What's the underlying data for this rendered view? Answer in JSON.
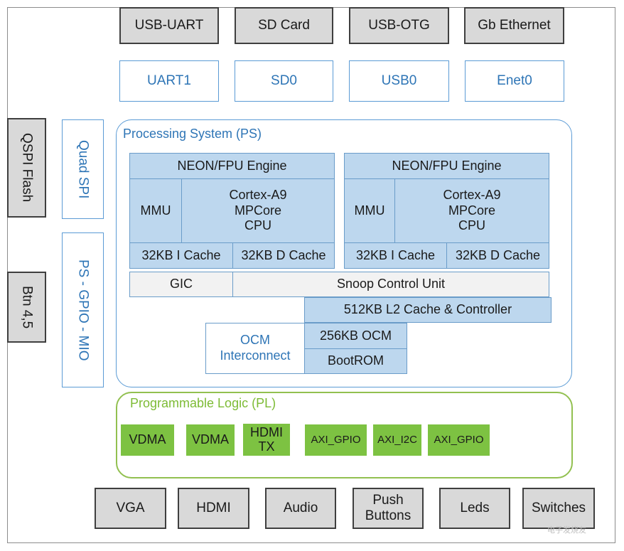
{
  "top_connectors": [
    "USB-UART",
    "SD Card",
    "USB-OTG",
    "Gb Ethernet"
  ],
  "top_controllers": [
    "UART1",
    "SD0",
    "USB0",
    "Enet0"
  ],
  "left_external": {
    "flash": "QSPI Flash",
    "buttons": "Btn 4,5"
  },
  "left_interfaces": {
    "quad_spi": "Quad SPI",
    "gpio_mio": "PS - GPIO - MIO"
  },
  "ps": {
    "title": "Processing System (PS)",
    "cores": [
      {
        "neon": "NEON/FPU Engine",
        "mmu": "MMU",
        "cpu": "Cortex-A9\nMPCore\nCPU",
        "icache": "32KB I Cache",
        "dcache": "32KB D Cache"
      },
      {
        "neon": "NEON/FPU Engine",
        "mmu": "MMU",
        "cpu": "Cortex-A9\nMPCore\nCPU",
        "icache": "32KB I Cache",
        "dcache": "32KB D Cache"
      }
    ],
    "gic": "GIC",
    "scu": "Snoop Control Unit",
    "l2": "512KB L2 Cache & Controller",
    "ocm_interconnect": "OCM\nInterconnect",
    "ocm": "256KB OCM",
    "bootrom": "BootROM"
  },
  "pl": {
    "title": "Programmable Logic (PL)",
    "blocks": [
      "VDMA",
      "VDMA",
      "HDMI\nTX",
      "AXI_GPIO",
      "AXI_I2C",
      "AXI_GPIO"
    ]
  },
  "bottom_peripherals": [
    "VGA",
    "HDMI",
    "Audio",
    "Push\nButtons",
    "Leds",
    "Switches"
  ],
  "watermark": "电子发烧友",
  "colors": {
    "ps_blue": "#5b9bd5",
    "ps_text": "#2e75b6",
    "core_fill": "#bdd7ee",
    "pl_green": "#92c050",
    "pl_block": "#7dc242",
    "external_fill": "#d9d9d9"
  }
}
